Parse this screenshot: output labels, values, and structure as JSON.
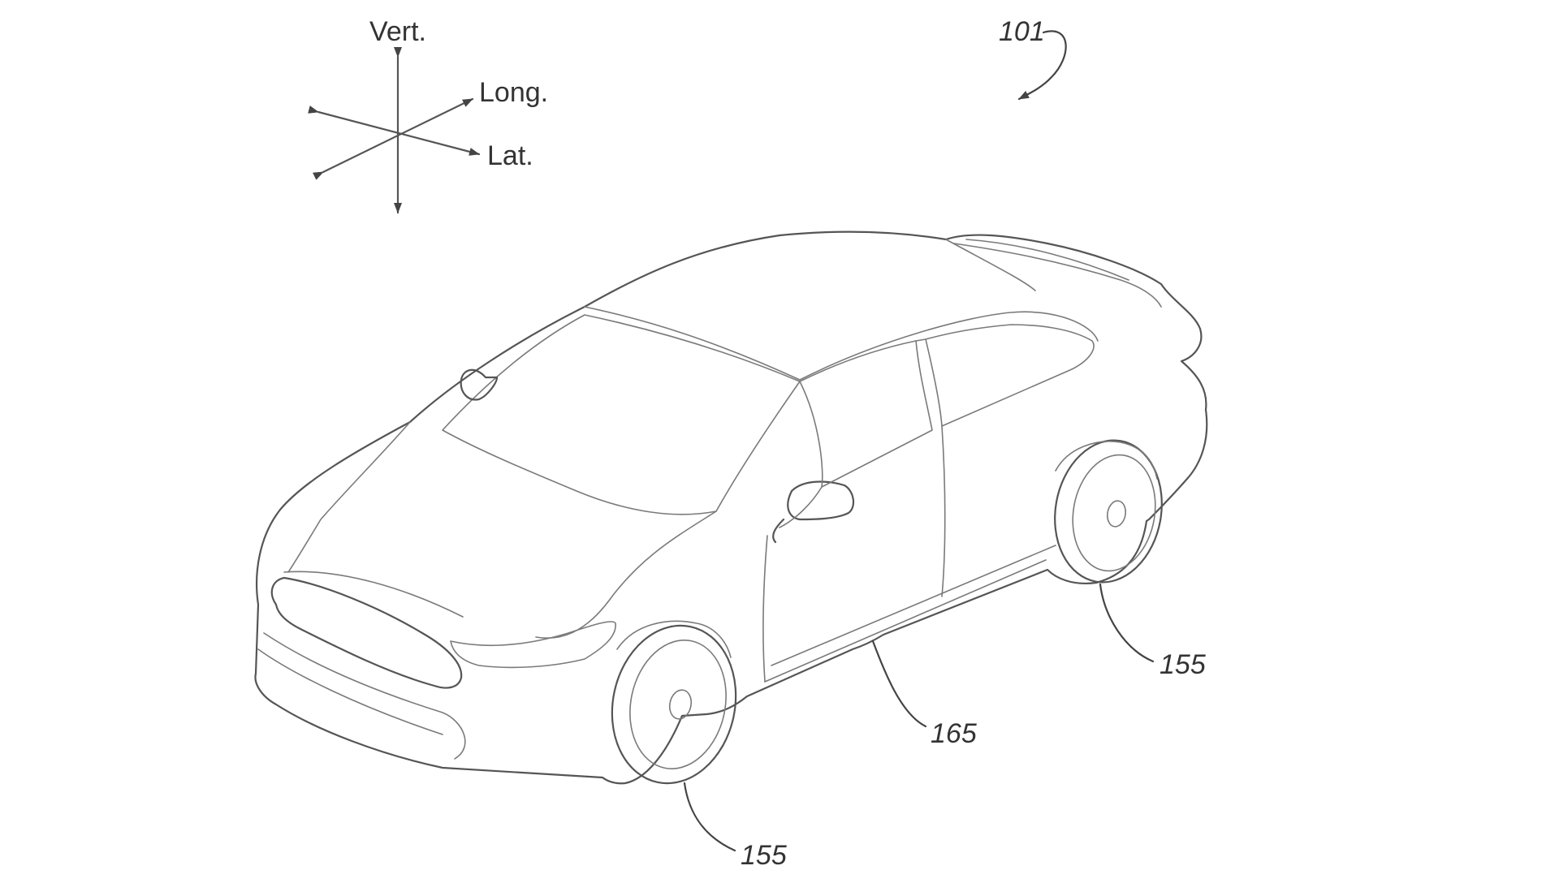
{
  "figure": {
    "axes": {
      "vertical_label": "Vert.",
      "longitudinal_label": "Long.",
      "lateral_label": "Lat."
    },
    "reference_numerals": {
      "vehicle": "101",
      "front_wheel": "155",
      "rear_wheel": "155",
      "body_side": "165"
    },
    "line_color": "#555555",
    "background_color": "#ffffff"
  }
}
